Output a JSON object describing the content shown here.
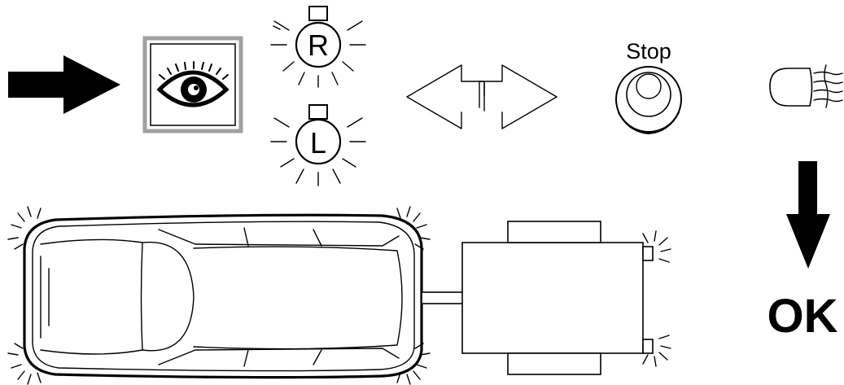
{
  "symbols": {
    "lamp_right_label": "R",
    "lamp_left_label": "L",
    "stop_label": "Stop",
    "ok_label": "OK"
  },
  "icons": [
    "arrow-right-icon",
    "eye-icon",
    "turn-signal-right-icon",
    "turn-signal-left-icon",
    "hazard-arrows-icon",
    "brake-light-icon",
    "headlight-icon",
    "arrow-down-icon",
    "car-with-trailer-icon"
  ],
  "colors": {
    "ink": "#000000",
    "frame": "#a0a0a0",
    "background": "#ffffff"
  }
}
